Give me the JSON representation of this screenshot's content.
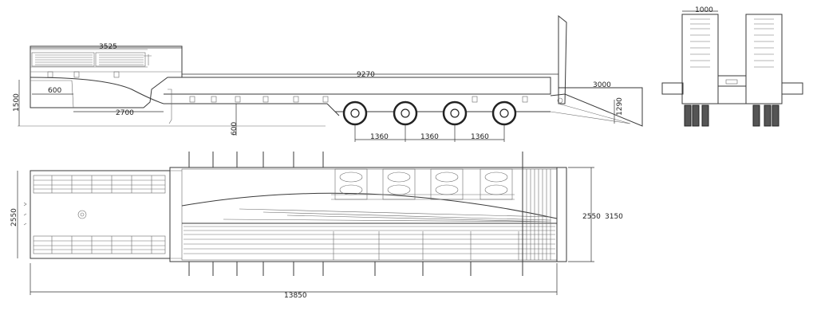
{
  "dimensions": {
    "gooseneck_length": "3525",
    "total_platform": "9270",
    "ramp_length": "3000",
    "overall_height": "1500",
    "neck_offset": "600",
    "neck_base": "2700",
    "deck_height": "600",
    "ramp_height": "1290",
    "axle_spacing_1": "1360",
    "axle_spacing_2": "1360",
    "axle_spacing_3": "1360",
    "front_view_width": "1000",
    "plan_width": "2550",
    "inner_width": "2550",
    "outer_width": "3150",
    "overall_length": "13850"
  }
}
